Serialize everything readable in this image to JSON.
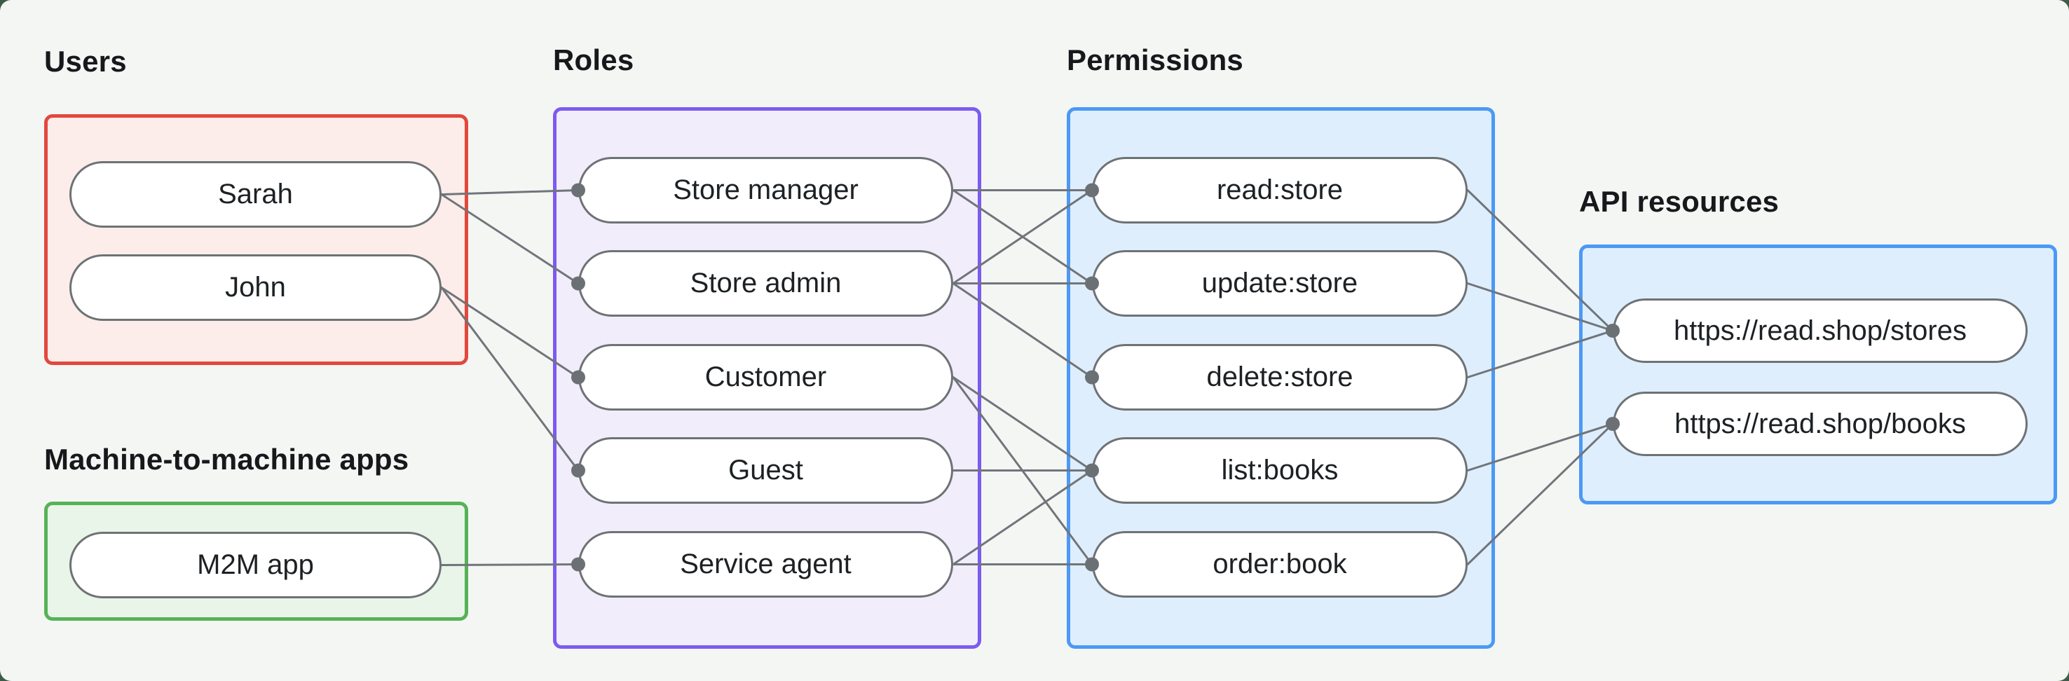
{
  "canvas": {
    "background": "#f4f6f4",
    "corner_background": "#3e5b47"
  },
  "palette": {
    "line": "#70757a",
    "dot": "#6b7074",
    "node_border": "#6e7275",
    "node_fill": "#ffffff",
    "node_text": "#1d2124",
    "label_text": "#15191b"
  },
  "groups": [
    {
      "id": "users",
      "label": "Users",
      "border_color": "#e2483d",
      "fill_color": "#fcedea"
    },
    {
      "id": "m2m",
      "label": "Machine-to-machine apps",
      "border_color": "#57b257",
      "fill_color": "#e8f5e8"
    },
    {
      "id": "roles",
      "label": "Roles",
      "border_color": "#7c5bf0",
      "fill_color": "#f1edfb"
    },
    {
      "id": "permissions",
      "label": "Permissions",
      "border_color": "#4b99f5",
      "fill_color": "#dfeefd"
    },
    {
      "id": "api",
      "label": "API resources",
      "border_color": "#4b99f5",
      "fill_color": "#dfeefd"
    }
  ],
  "nodes": [
    {
      "id": "sarah",
      "group": "users",
      "label": "Sarah"
    },
    {
      "id": "john",
      "group": "users",
      "label": "John"
    },
    {
      "id": "m2m-app",
      "group": "m2m",
      "label": "M2M app"
    },
    {
      "id": "store-manager",
      "group": "roles",
      "label": "Store manager"
    },
    {
      "id": "store-admin",
      "group": "roles",
      "label": "Store admin"
    },
    {
      "id": "customer",
      "group": "roles",
      "label": "Customer"
    },
    {
      "id": "guest",
      "group": "roles",
      "label": "Guest"
    },
    {
      "id": "service-agent",
      "group": "roles",
      "label": "Service agent"
    },
    {
      "id": "read-store",
      "group": "permissions",
      "label": "read:store"
    },
    {
      "id": "update-store",
      "group": "permissions",
      "label": "update:store"
    },
    {
      "id": "delete-store",
      "group": "permissions",
      "label": "delete:store"
    },
    {
      "id": "list-books",
      "group": "permissions",
      "label": "list:books"
    },
    {
      "id": "order-book",
      "group": "permissions",
      "label": "order:book"
    },
    {
      "id": "stores",
      "group": "api",
      "label": "https://read.shop/stores"
    },
    {
      "id": "books",
      "group": "api",
      "label": "https://read.shop/books"
    }
  ],
  "edges": [
    [
      "sarah",
      "store-manager"
    ],
    [
      "sarah",
      "store-admin"
    ],
    [
      "john",
      "customer"
    ],
    [
      "john",
      "guest"
    ],
    [
      "m2m-app",
      "service-agent"
    ],
    [
      "store-manager",
      "read-store"
    ],
    [
      "store-manager",
      "update-store"
    ],
    [
      "store-admin",
      "read-store"
    ],
    [
      "store-admin",
      "update-store"
    ],
    [
      "store-admin",
      "delete-store"
    ],
    [
      "customer",
      "list-books"
    ],
    [
      "customer",
      "order-book"
    ],
    [
      "guest",
      "list-books"
    ],
    [
      "service-agent",
      "list-books"
    ],
    [
      "service-agent",
      "order-book"
    ],
    [
      "read-store",
      "stores"
    ],
    [
      "update-store",
      "stores"
    ],
    [
      "delete-store",
      "stores"
    ],
    [
      "list-books",
      "books"
    ],
    [
      "order-book",
      "books"
    ]
  ]
}
